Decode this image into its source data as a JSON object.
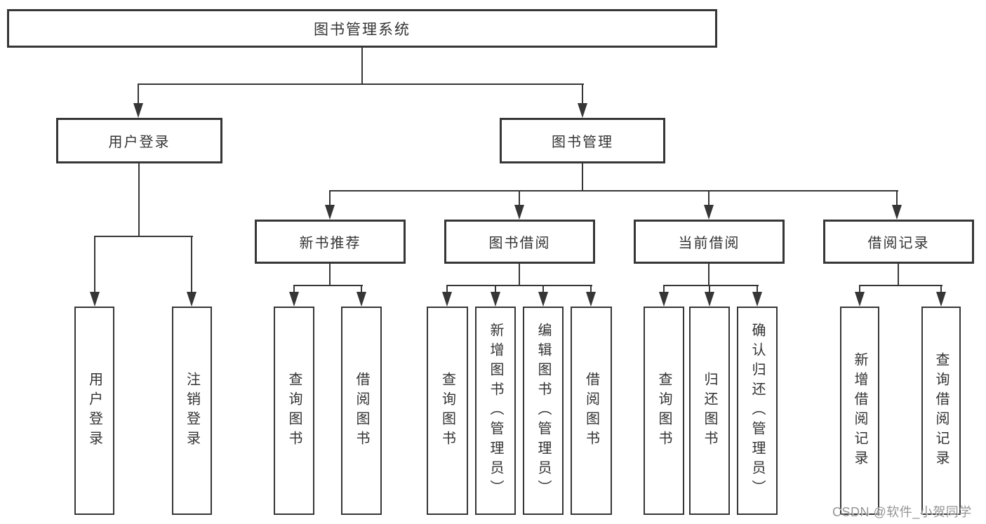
{
  "diagram": {
    "title": "图书管理系统",
    "watermark": "CSDN @软件_小贺同学",
    "colors": {
      "background": "#ffffff",
      "line": "#363636",
      "border": "#363636",
      "text": "#333333",
      "watermark": "#8c8c8c"
    },
    "nodes": {
      "root": {
        "label": "图书管理系统"
      },
      "user_login": {
        "label": "用户登录"
      },
      "book_mgmt": {
        "label": "图书管理"
      },
      "new_book_rec": {
        "label": "新书推荐"
      },
      "book_borrow": {
        "label": "图书借阅"
      },
      "current_borrow": {
        "label": "当前借阅"
      },
      "borrow_records": {
        "label": "借阅记录"
      },
      "user_login_leaf": {
        "label": "用户登录"
      },
      "logout_leaf": {
        "label": "注销登录"
      },
      "rec_query_books": {
        "label": "查询图书"
      },
      "rec_borrow_books": {
        "label": "借阅图书"
      },
      "bb_query_books": {
        "label": "查询图书"
      },
      "bb_add_books": {
        "label": "新增图书（管理员）"
      },
      "bb_edit_books": {
        "label": "编辑图书（管理员）"
      },
      "bb_borrow_books": {
        "label": "借阅图书"
      },
      "cb_query_books": {
        "label": "查询图书"
      },
      "cb_return_books": {
        "label": "归还图书"
      },
      "cb_confirm_return": {
        "label": "确认归还（管理员）"
      },
      "br_add_record": {
        "label": "新增借阅记录"
      },
      "br_query_record": {
        "label": "查询借阅记录"
      }
    }
  }
}
